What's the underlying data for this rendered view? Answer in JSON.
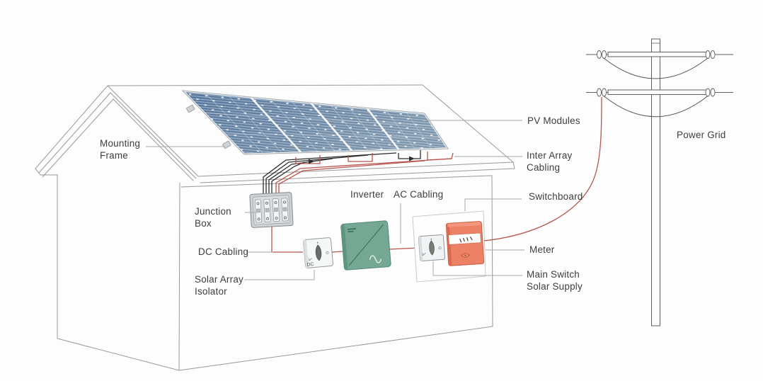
{
  "diagram": {
    "type": "residential-solar-pv-system",
    "labels": {
      "mounting_frame": [
        "Mounting",
        "Frame"
      ],
      "pv_modules": [
        "PV Modules"
      ],
      "inter_array_cabling": [
        "Inter Array",
        "Cabling"
      ],
      "power_grid": [
        "Power Grid"
      ],
      "inverter": [
        "Inverter"
      ],
      "ac_cabling": [
        "AC Cabling"
      ],
      "switchboard": [
        "Switchboard"
      ],
      "junction_box": [
        "Junction",
        "Box"
      ],
      "dc_cabling": [
        "DC Cabling"
      ],
      "meter": [
        "Meter"
      ],
      "solar_array_isolator": [
        "Solar Array",
        "Isolator"
      ],
      "main_switch_solar_supply": [
        "Main Switch",
        "Solar Supply"
      ]
    },
    "markings": {
      "dc_isolator": "DC"
    },
    "colors": {
      "background": "#fdfdfd",
      "panel_blue_dark": "#54749b",
      "panel_blue_light": "#7e97ac",
      "inverter_green": "#74a893",
      "inverter_green_edge": "#5f947f",
      "meter_orange": "#ec8165",
      "meter_orange_edge": "#d96a50",
      "wire_red": "#b8554e",
      "wire_black": "#2e2e2e",
      "outline_gray": "#97999b",
      "label_text": "#3e3e3e"
    }
  }
}
